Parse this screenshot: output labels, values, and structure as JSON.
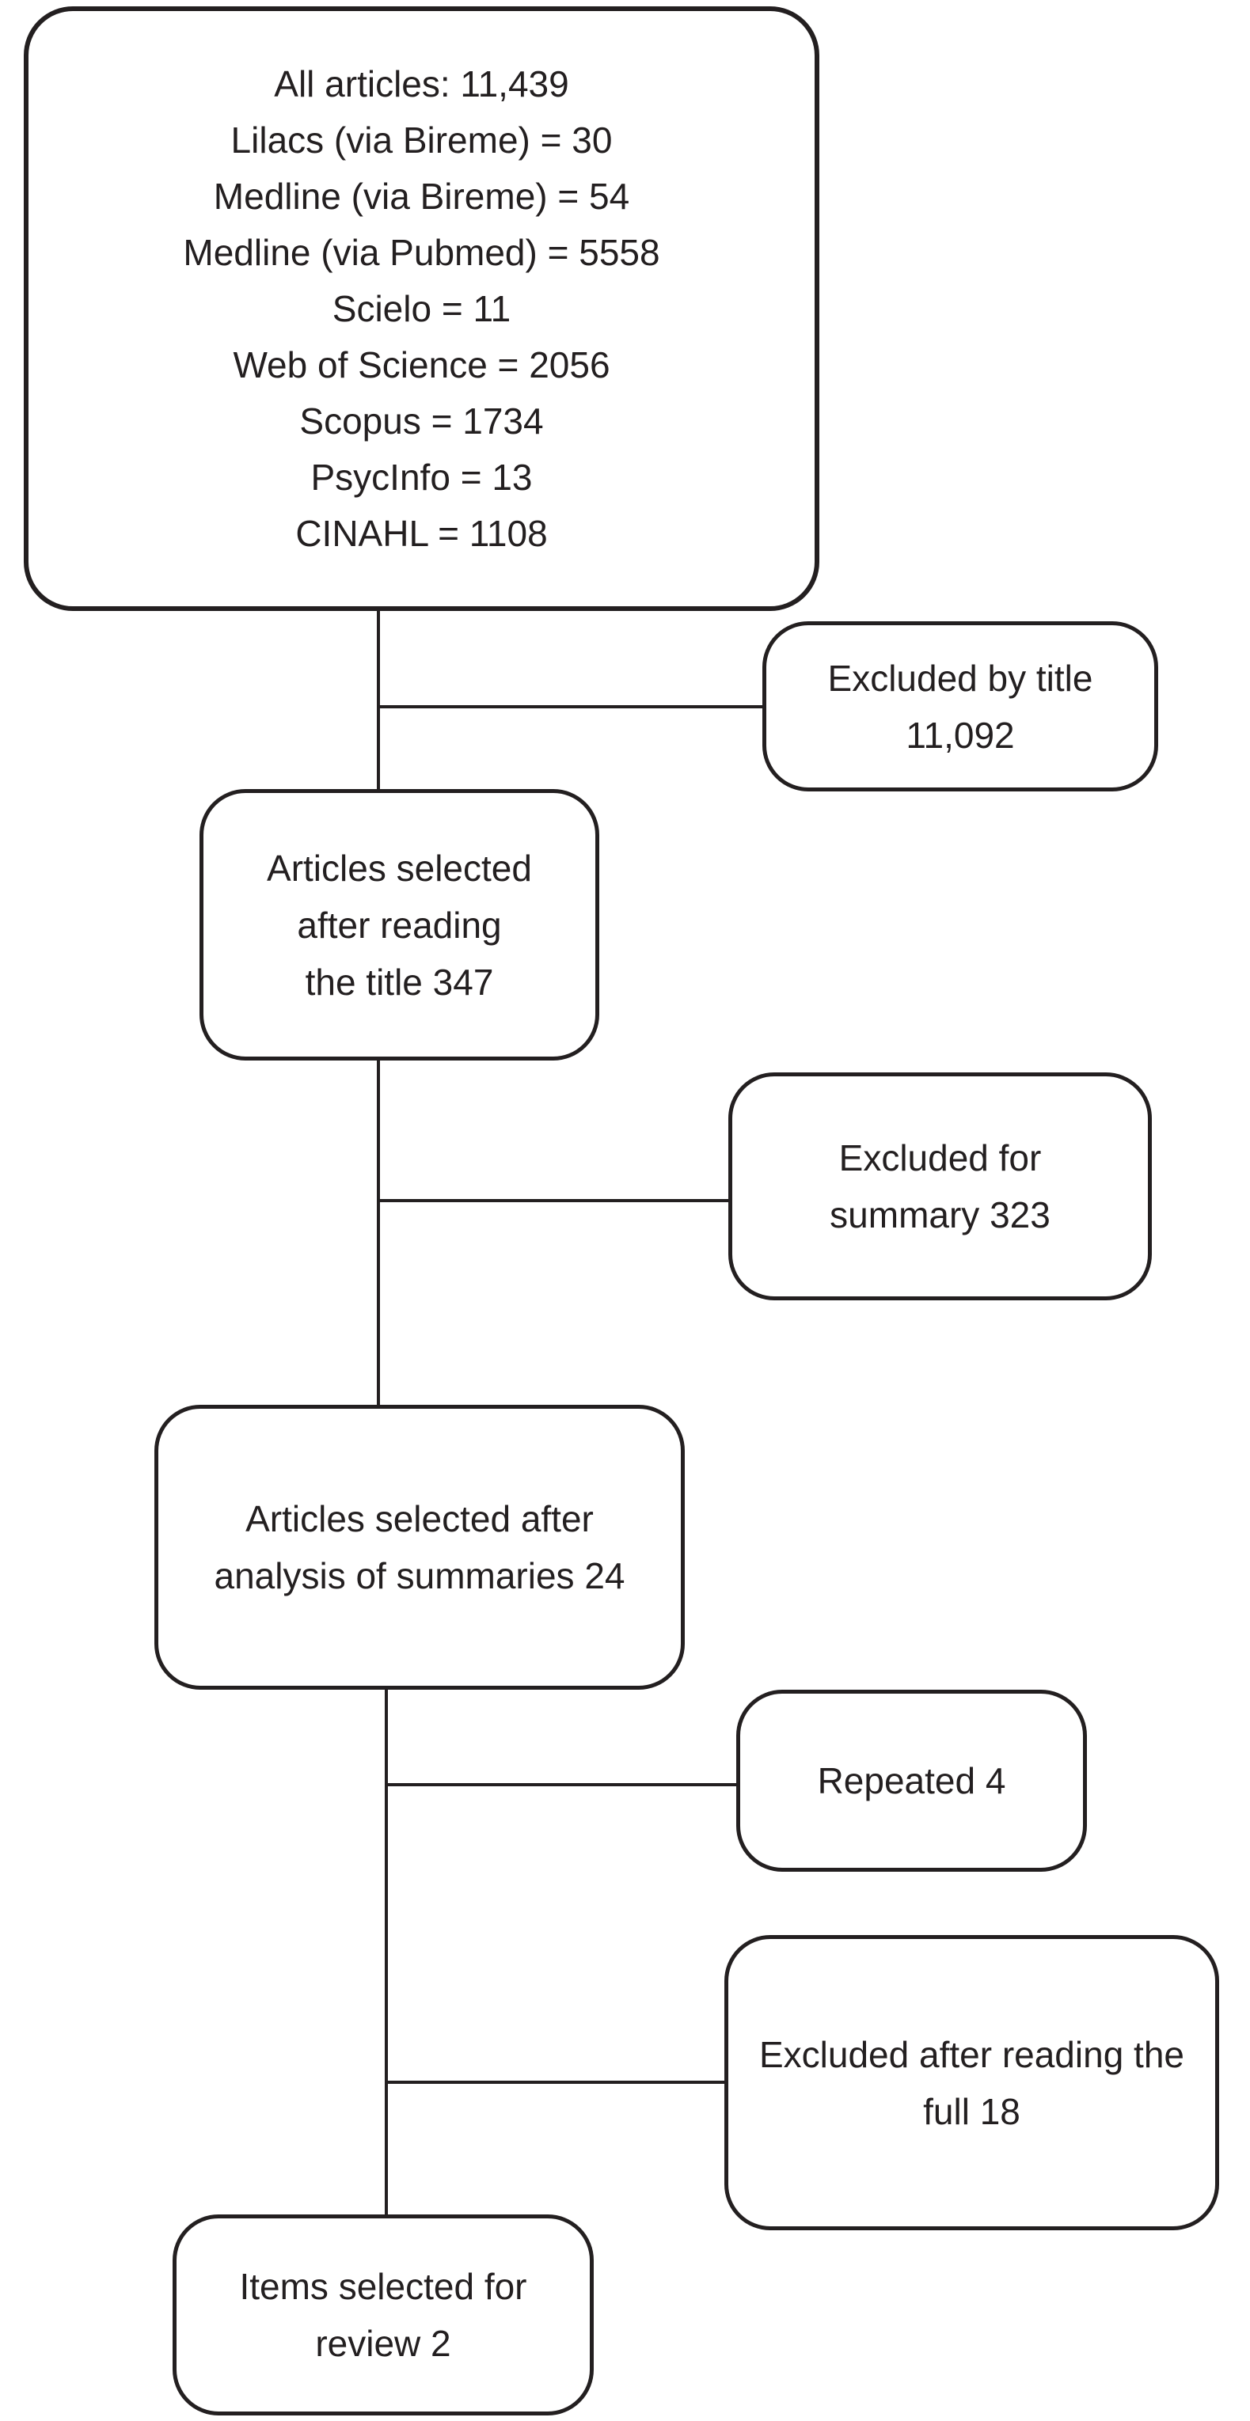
{
  "figure": {
    "background_color": "#ffffff",
    "ink_color": "#231f20"
  },
  "flow": {
    "nodes": [
      {
        "id": "all-articles",
        "role": "main",
        "lines": [
          "All articles: 11,439",
          "Lilacs (via Bireme) = 30",
          "Medline (via Bireme) = 54",
          "Medline (via Pubmed) = 5558",
          "Scielo = 11",
          "Web of Science = 2056",
          "Scopus = 1734",
          "PsycInfo = 13",
          "CINAHL = 1108"
        ]
      },
      {
        "id": "excluded-by-title",
        "role": "exclusion",
        "lines": [
          "Excluded by title",
          "11,092"
        ]
      },
      {
        "id": "articles-selected-after-title",
        "role": "main",
        "lines": [
          "Articles selected",
          "after reading",
          "the title 347"
        ]
      },
      {
        "id": "excluded-for-summary",
        "role": "exclusion",
        "lines": [
          "Excluded for",
          "summary 323"
        ]
      },
      {
        "id": "articles-selected-after-summaries",
        "role": "main",
        "lines": [
          "Articles selected after",
          "analysis of summaries 24"
        ]
      },
      {
        "id": "repeated",
        "role": "exclusion",
        "lines": [
          "Repeated 4"
        ]
      },
      {
        "id": "excluded-after-full-reading",
        "role": "exclusion",
        "lines": [
          "Excluded after reading the",
          "full 18"
        ]
      },
      {
        "id": "items-selected-for-review",
        "role": "main",
        "lines": [
          "Items selected for",
          "review 2"
        ]
      }
    ],
    "edges": [
      {
        "from": "all-articles",
        "to": "articles-selected-after-title"
      },
      {
        "from": "all-articles",
        "to": "excluded-by-title"
      },
      {
        "from": "articles-selected-after-title",
        "to": "articles-selected-after-summaries"
      },
      {
        "from": "articles-selected-after-title",
        "to": "excluded-for-summary"
      },
      {
        "from": "articles-selected-after-summaries",
        "to": "items-selected-for-review"
      },
      {
        "from": "articles-selected-after-summaries",
        "to": "repeated"
      },
      {
        "from": "articles-selected-after-summaries",
        "to": "excluded-after-full-reading"
      }
    ]
  }
}
